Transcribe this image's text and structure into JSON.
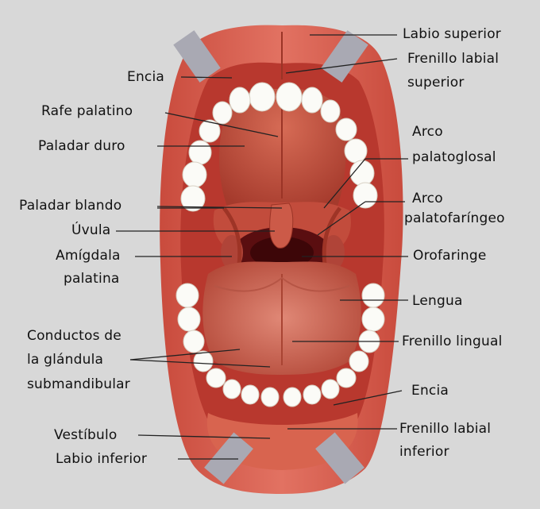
{
  "labels": {
    "labio_superior": "Labio superior",
    "frenillo_labial_superior_1": "Frenillo labial",
    "frenillo_labial_superior_2": "superior",
    "encia_sup": "Encia",
    "rafe_palatino": "Rafe palatino",
    "arco_palatoglosal_1": "Arco",
    "arco_palatoglosal_2": "palatoglosal",
    "paladar_duro": "Paladar duro",
    "paladar_blando": "Paladar blando",
    "arco_palatofaringeo_1": "Arco",
    "arco_palatofaringeo_2": "palatofaríngeo",
    "uvula": "Úvula",
    "amigdala_1": "Amígdala",
    "amigdala_2": "palatina",
    "orofaringe": "Orofaringe",
    "lengua": "Lengua",
    "conductos_1": "Conductos de",
    "conductos_2": "la glándula",
    "conductos_3": "submandibular",
    "frenillo_lingual": "Frenillo lingual",
    "encia_inf": "Encia",
    "vestibulo": "Vestíbulo",
    "frenillo_labial_inferior_1": "Frenillo labial",
    "frenillo_labial_inferior_2": "inferior",
    "labio_inferior": "Labio inferior"
  },
  "colors": {
    "background": "#d8d8d8",
    "lip": "#d9604f",
    "mouth_interior": "#b8382e",
    "palate": "#c85a46",
    "throat": "#5a0e10",
    "tongue": "#cf6a58",
    "teeth": "#fbfbf7",
    "retractor": "#a9a9b3",
    "leader_line": "#222222"
  }
}
